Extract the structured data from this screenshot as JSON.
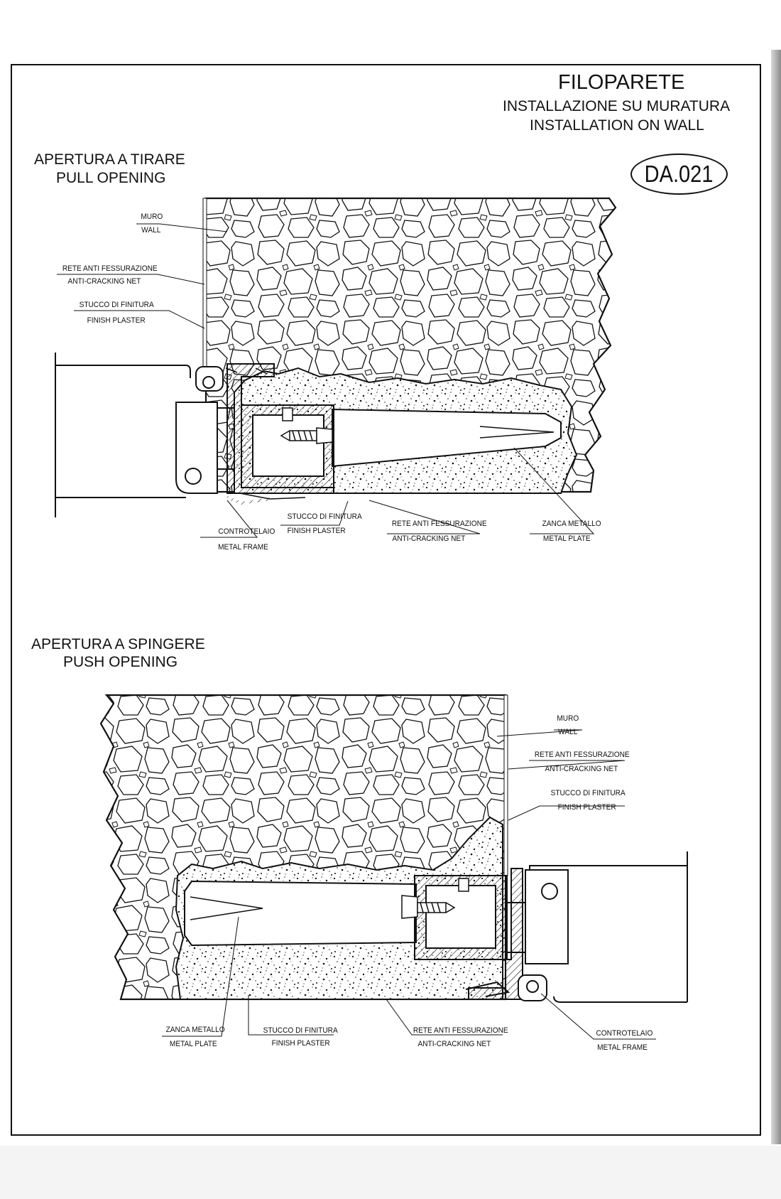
{
  "header": {
    "title": "FILOPARETE",
    "subtitle_it": "INSTALLAZIONE SU MURATURA",
    "subtitle_en": "INSTALLATION ON WALL",
    "drawing_code": "DA.021"
  },
  "pull_section": {
    "title_it": "APERTURA A TIRARE",
    "title_en": "PULL OPENING",
    "labels": {
      "wall_it": "MURO",
      "wall_en": "WALL",
      "net_it": "RETE ANTI FESSURAZIONE",
      "net_en": "ANTI-CRACKING NET",
      "plaster_it": "STUCCO DI FINITURA",
      "plaster_en": "FINISH PLASTER",
      "frame_it": "CONTROTELAIO",
      "frame_en": "METAL FRAME",
      "plaster2_it": "STUCCO DI FINITURA",
      "plaster2_en": "FINISH PLASTER",
      "net2_it": "RETE ANTI FESSURAZIONE",
      "net2_en": "ANTI-CRACKING NET",
      "plate_it": "ZANCA METALLO",
      "plate_en": "METAL PLATE"
    }
  },
  "push_section": {
    "title_it": "APERTURA A SPINGERE",
    "title_en": "PUSH OPENING",
    "labels": {
      "wall_it": "MURO",
      "wall_en": "WALL",
      "net_it": "RETE ANTI FESSURAZIONE",
      "net_en": "ANTI-CRACKING NET",
      "plaster_it": "STUCCO DI FINITURA",
      "plaster_en": "FINISH PLASTER",
      "plate_it": "ZANCA METALLO",
      "plate_en": "METAL PLATE",
      "plaster2_it": "STUCCO DI FINITURA",
      "plaster2_en": "FINISH PLASTER",
      "net2_it": "RETE ANTI FESSURAZIONE",
      "net2_en": "ANTI-CRACKING NET",
      "frame_it": "CONTROTELAIO",
      "frame_en": "METAL FRAME"
    }
  }
}
